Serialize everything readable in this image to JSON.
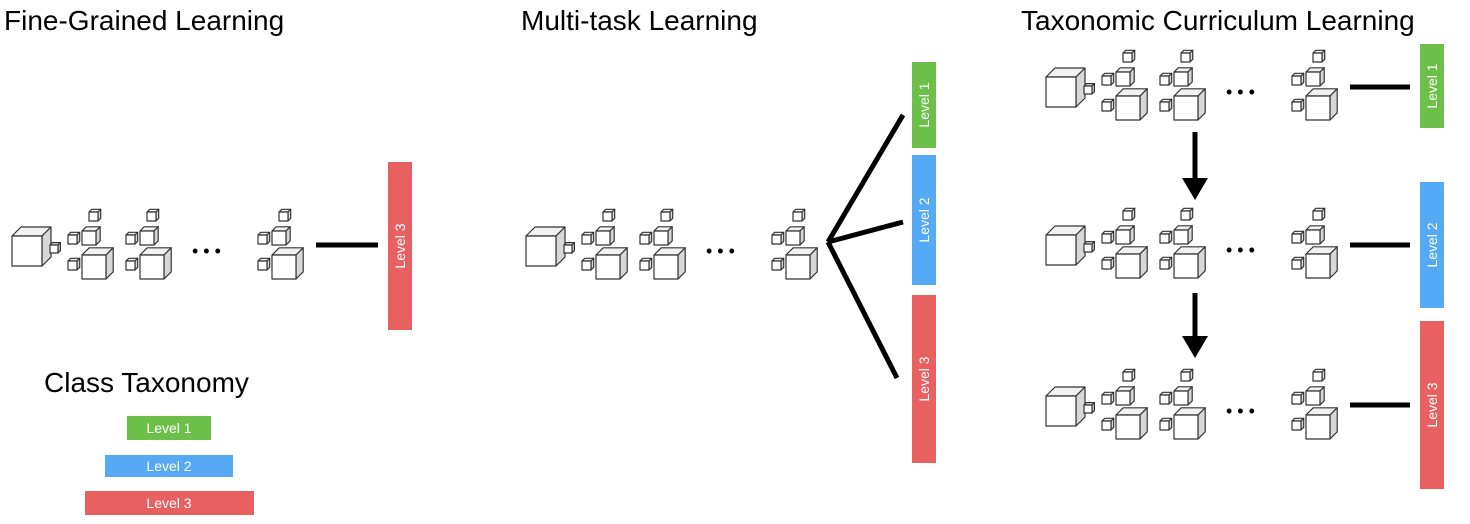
{
  "titles": {
    "fine_grained": "Fine-Grained Learning",
    "multi_task": "Multi-task Learning",
    "taxonomic": "Taxonomic Curriculum Learning",
    "class_taxonomy": "Class Taxonomy"
  },
  "levels": {
    "level1": "Level 1",
    "level2": "Level 2",
    "level3": "Level 3"
  },
  "ellipsis": "• • •",
  "colors": {
    "level1": "#6cc04a",
    "level2": "#55a9f5",
    "level3": "#e86060",
    "line": "#000000",
    "cube_stroke": "#333333",
    "cube_top": "#f2f2f2",
    "cube_side": "#d8d8d8",
    "cube_front": "#ffffff"
  }
}
